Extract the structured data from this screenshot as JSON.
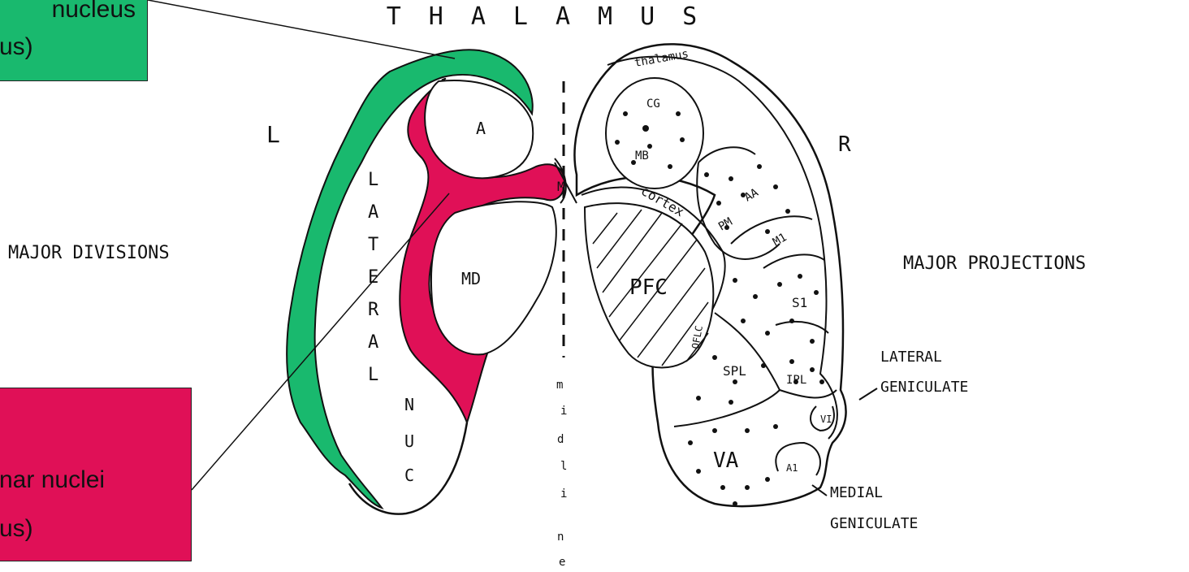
{
  "title": "THALAMUS",
  "side_left": "L",
  "side_right": "R",
  "lateral_letters": [
    "L",
    "A",
    "T",
    "E",
    "R",
    "A",
    "L"
  ],
  "nuc_letters": [
    "N",
    "U",
    "C"
  ],
  "midline_letters": [
    "m",
    "i",
    "d",
    "l",
    "i",
    "n",
    "e"
  ],
  "left_heading": "MAJOR DIVISIONS",
  "right_heading": "MAJOR PROJECTIONS",
  "regions": {
    "anterior": "A",
    "mediodorsal": "MD",
    "midline": "M",
    "thalamus": "thalamus",
    "cortex": "cortex",
    "pfc": "PFC",
    "cg": "CG",
    "mb": "MB",
    "aa": "AA",
    "pm": "PM",
    "m1": "M1",
    "s1": "S1",
    "spl": "SPL",
    "ipl": "IPL",
    "vi": "VI",
    "va": "VA",
    "a1": "A1",
    "oflc": "OFLC"
  },
  "geniculate": {
    "lateral_1": "LATERAL",
    "lateral_2": "GENICULATE",
    "medial_1": "MEDIAL",
    "medial_2": "GENICULATE"
  },
  "callouts": {
    "green_line1": "nucleus",
    "green_line2": "us)",
    "red_line1": "nar nuclei",
    "red_line2": "us)"
  },
  "colors": {
    "reticular_green": "#19b96e",
    "intralaminar_red": "#e01057",
    "outline": "#111111"
  }
}
